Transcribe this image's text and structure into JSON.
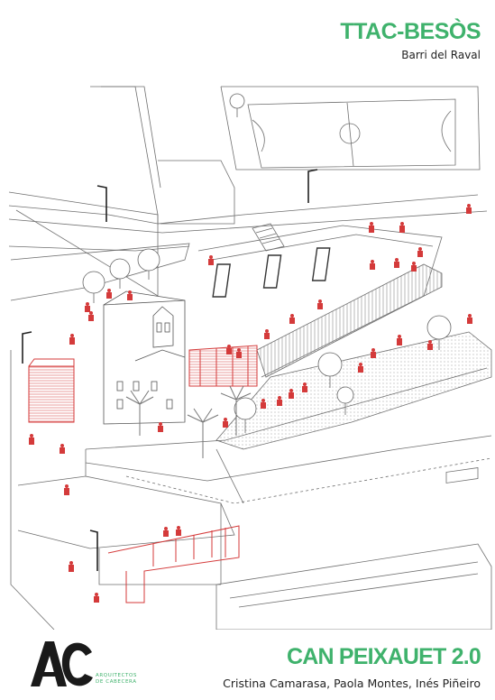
{
  "header": {
    "title": "TTAC-BESÒS",
    "subtitle": "Barri del Raval"
  },
  "footer": {
    "firm_line1": "ARQUITECTOS",
    "firm_line2": "DE CABECERA",
    "project_title": "CAN PEIXAUET 2.0",
    "authors": "Cristina Camarasa, Paola Montes, Inés Piñeiro"
  },
  "colors": {
    "accent_green": "#3fb26c",
    "intervention_red": "#d43a3a",
    "line_gray": "#6f6f6f"
  },
  "icons": {
    "logo": "ac-monogram-logo",
    "people": "person-figure-icon",
    "trees": "tree-icon",
    "palms": "palm-tree-icon",
    "lamps": "street-lamp-icon"
  }
}
